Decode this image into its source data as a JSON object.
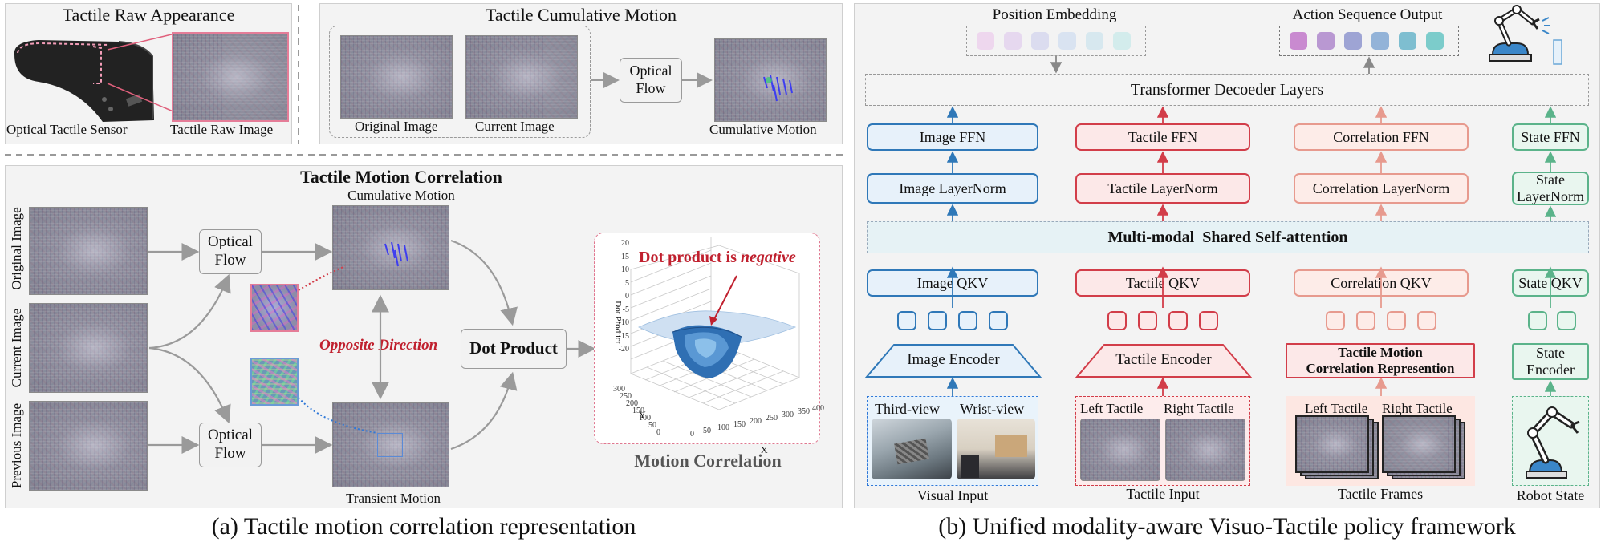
{
  "panel_a": {
    "raw": {
      "title": "Tactile Raw Appearance",
      "sensor_label": "Optical Tactile Sensor",
      "image_label": "Tactile Raw Image"
    },
    "cumulative": {
      "title": "Tactile Cumulative Motion",
      "original_label": "Original Image",
      "current_label": "Current Image",
      "flow_label": "Optical\nFlow",
      "result_label": "Cumulative Motion"
    },
    "correlation": {
      "title": "Tactile Motion Correlation",
      "side_labels": [
        "Original Image",
        "Current Image",
        "Previous Image"
      ],
      "flow_top": "Optical\nFlow",
      "flow_bottom": "Optical\nFlow",
      "cumulative_label": "Cumulative Motion",
      "transient_label": "Transient Motion",
      "opposite_label": "Opposite Direction",
      "dot_product_label": "Dot Product",
      "negative_note_prefix": "Dot product is ",
      "negative_note_em": "negative",
      "motion_correlation_label": "Motion Correlation",
      "plot": {
        "z_axis_label": "Dot Product",
        "x_axis_label": "X",
        "y_axis_label": "Y",
        "z_ticks": [
          "20",
          "15",
          "10",
          "5",
          "0",
          "-5",
          "-10",
          "-15",
          "-20"
        ],
        "x_ticks": [
          "0",
          "50",
          "100",
          "150",
          "200",
          "250",
          "300",
          "350",
          "400"
        ],
        "y_ticks": [
          "300",
          "250",
          "200",
          "150",
          "100",
          "50",
          "0"
        ]
      }
    },
    "caption": "(a) Tactile motion correlation representation"
  },
  "panel_b": {
    "position_embedding": "Position Embedding",
    "action_output": "Action Sequence Output",
    "decoder": "Transformer Decoeder Layers",
    "ffn": [
      "Image FFN",
      "Tactile FFN",
      "Correlation FFN",
      "State FFN"
    ],
    "layernorm": [
      "Image LayerNorm",
      "Tactile LayerNorm",
      "Correlation LayerNorm",
      "State\nLayerNorm"
    ],
    "attention": "Multi-modal  Shared Self-attention",
    "qkv": [
      "Image QKV",
      "Tactile QKV",
      "Correlation QKV",
      "State QKV"
    ],
    "encoders": [
      "Image Encoder",
      "Tactile Encoder",
      "Tactile Motion\nCorrelation Represention",
      "State\nEncoder"
    ],
    "visual": {
      "third_view": "Third-view",
      "wrist_view": "Wrist-view",
      "label": "Visual Input"
    },
    "tactile": {
      "left": "Left Tactile",
      "right": "Right Tactile",
      "label": "Tactile Input"
    },
    "frames": {
      "left": "Left Tactile",
      "right": "Right Tactile",
      "label": "Tactile Frames"
    },
    "state": {
      "label": "Robot State"
    },
    "caption": "(b) Unified modality-aware Visuo-Tactile policy framework"
  },
  "colors": {
    "blue": "#2f78b8",
    "red": "#d23d49",
    "peach": "#e79a8e",
    "green": "#5bb38a",
    "highlight_red": "#c0202e"
  }
}
